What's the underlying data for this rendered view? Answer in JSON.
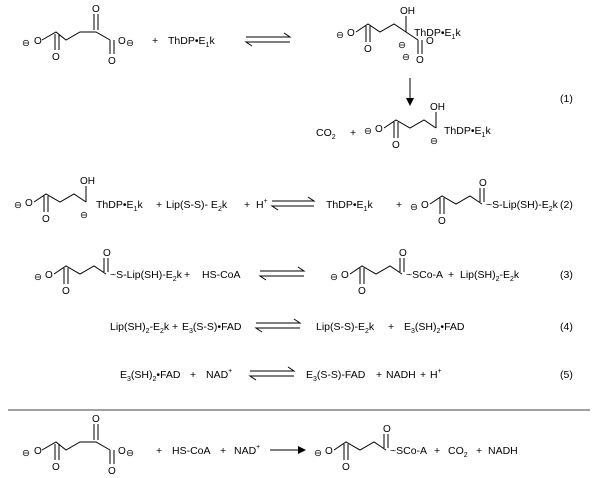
{
  "labels": {
    "thdp_e1k": "ThDP•E",
    "e1k_sub": "1",
    "k": "k",
    "plus": "+",
    "oh": "OH",
    "o": "O",
    "co2": "CO",
    "co2_sub": "2",
    "h_plus": "H",
    "sup_plus": "+",
    "lip_ss_e2k": "Lip(S-S)- E",
    "e2k_sub": "2",
    "s_lip_sh_e2k": "~S-Lip(SH)-E",
    "hs_coa": "HS-CoA",
    "sco_a": "~SCo-A",
    "lip_sh2_e2k": "Lip(SH)",
    "sh2_sub": "2",
    "e2k_tail": "-E",
    "e3_ss_fad": "E",
    "e3_sub": "3",
    "ss_fad": "(S-S)•FAD",
    "sh2_fad": "(SH)",
    "fad": "•FAD",
    "lip_ss_e2k_b": "Lip(S-S)-E",
    "nad": "NAD",
    "e3_ss_fad_dash": "(S-S)-FAD",
    "nadh": "NADH",
    "minus": "⊖"
  },
  "equation_numbers": [
    "(1)",
    "(2)",
    "(3)",
    "(4)",
    "(5)"
  ]
}
